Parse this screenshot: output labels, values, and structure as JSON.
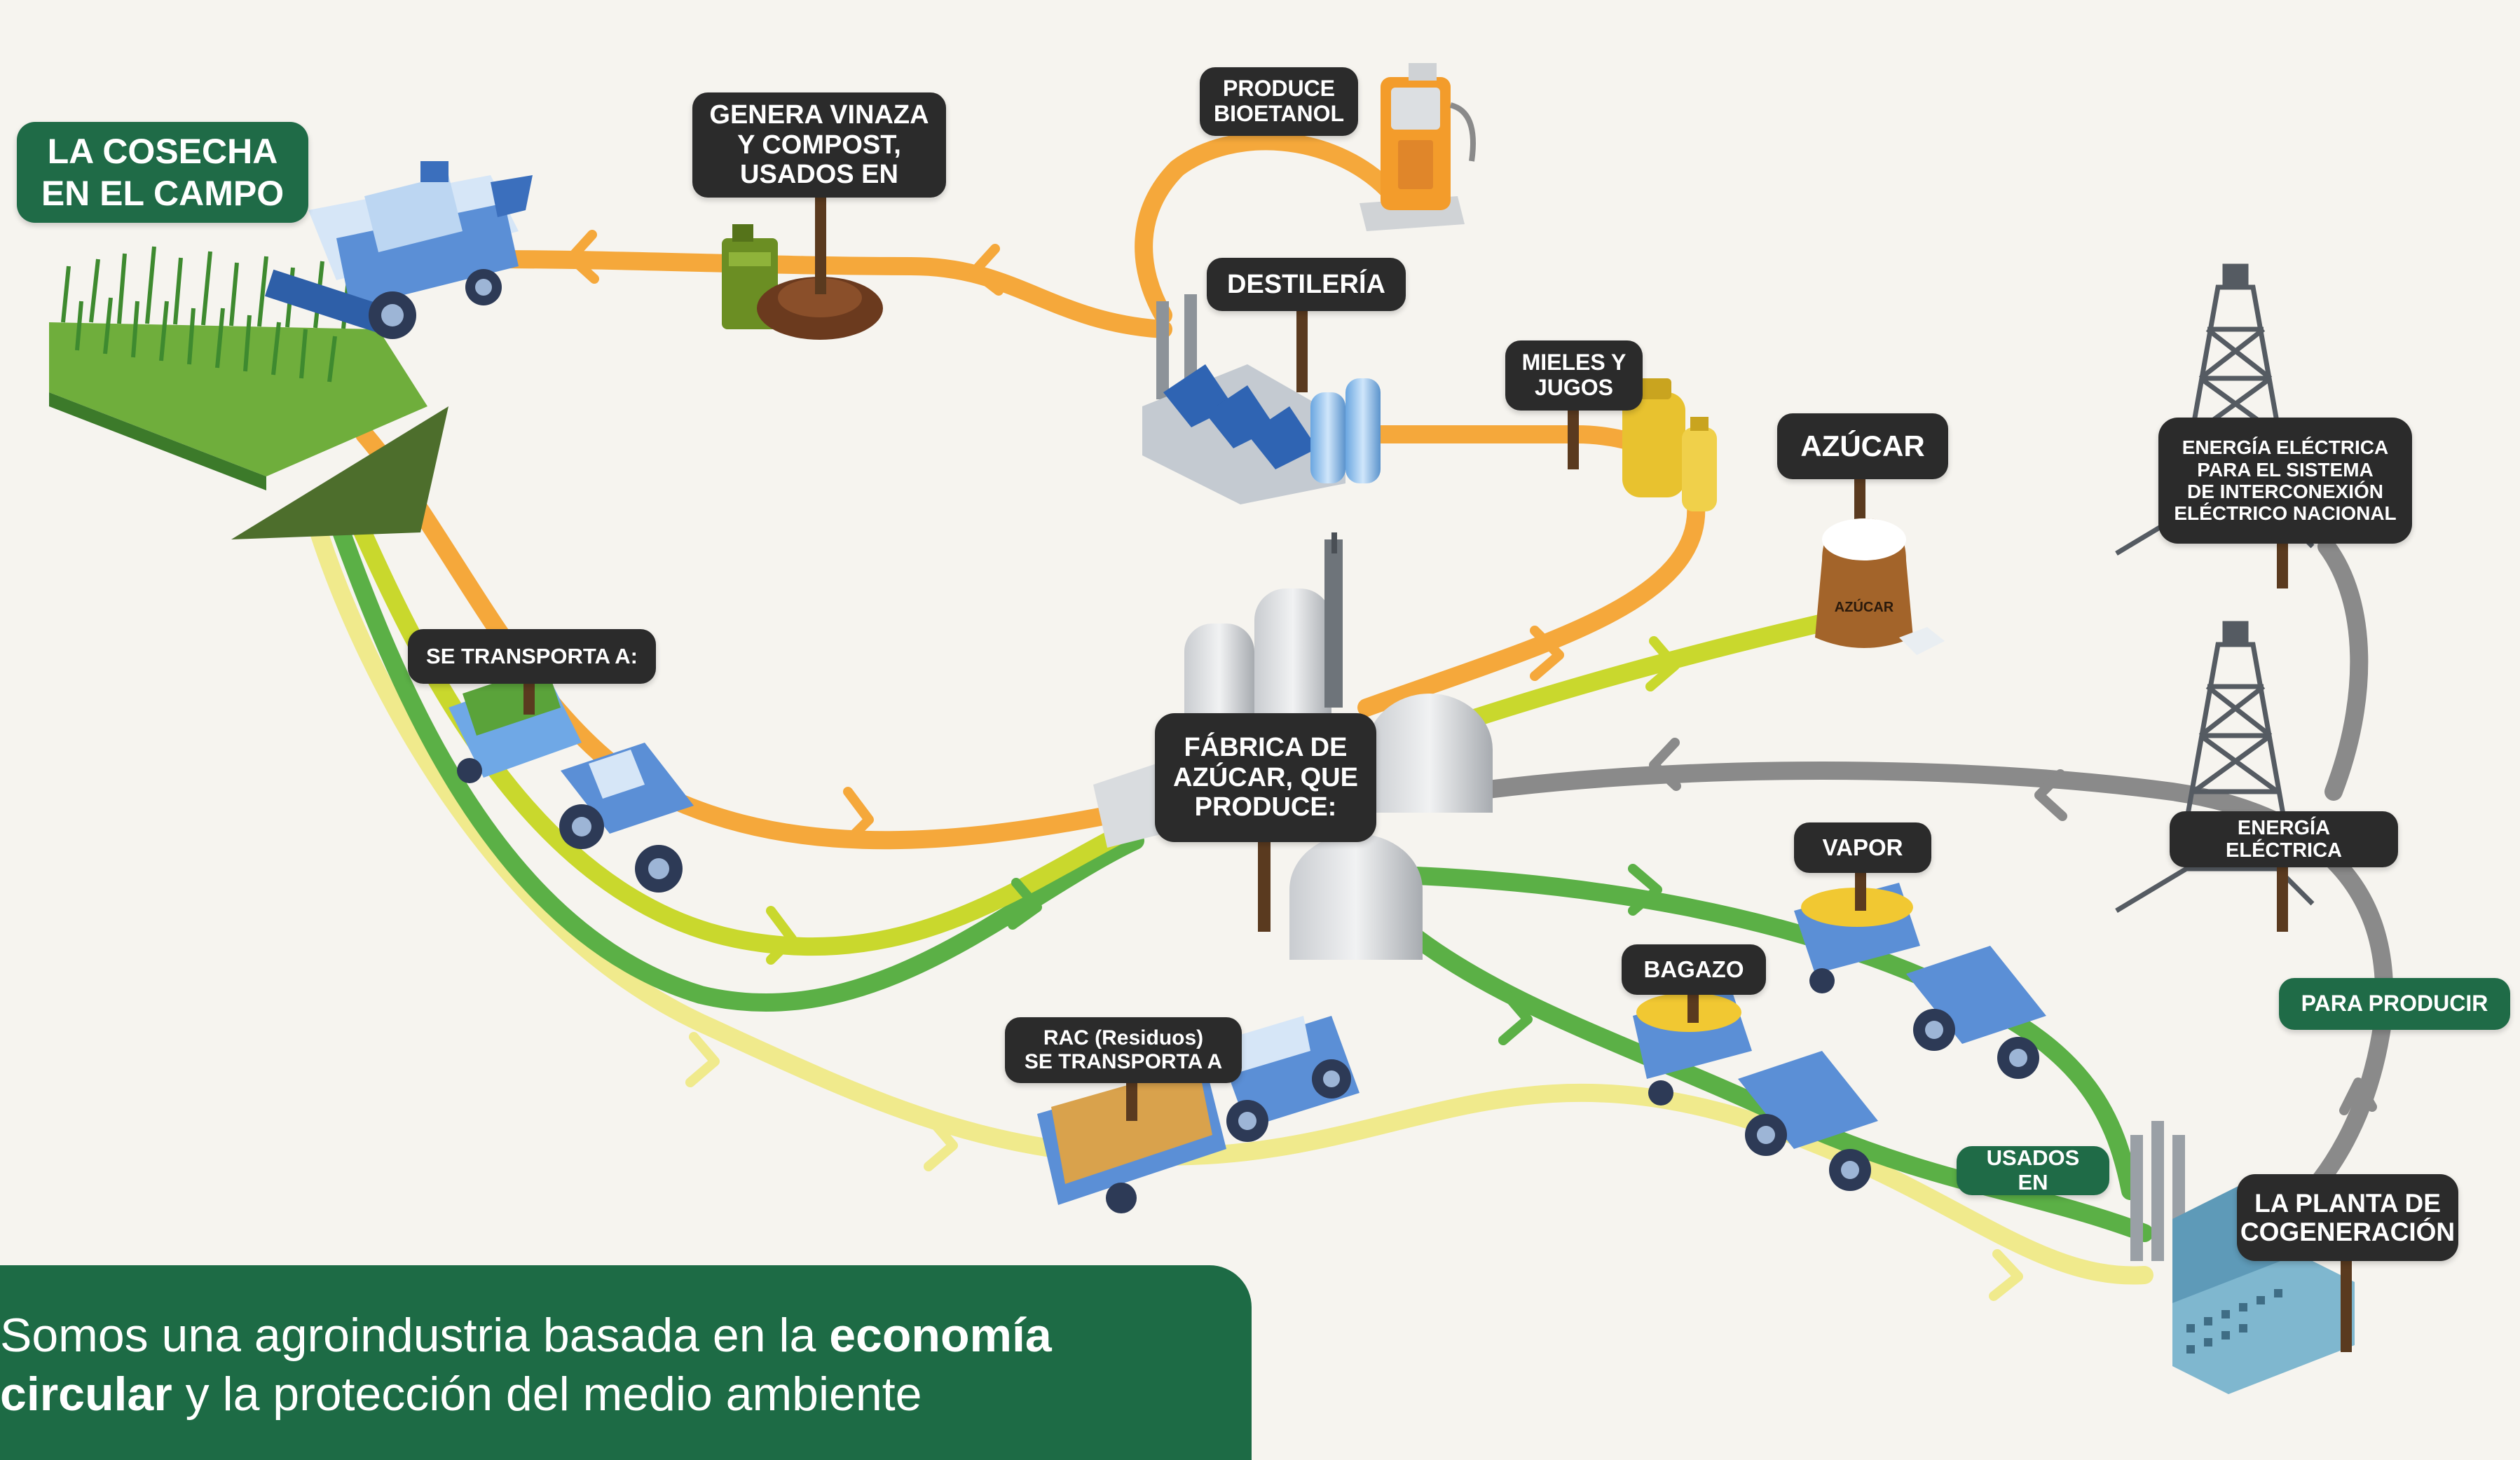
{
  "labels": {
    "cosecha": "LA COSECHA\nEN EL CAMPO",
    "vinaza": "GENERA VINAZA\nY COMPOST,\nUSADOS EN",
    "bioetanol": "PRODUCE\nBIOETANOL",
    "destileria": "DESTILERÍA",
    "mieles": "MIELES Y\nJUGOS",
    "azucar": "AZÚCAR",
    "azucar_sack": "AZÚCAR",
    "energia_sin": "ENERGÍA ELÉCTRICA\nPARA EL SISTEMA\nDE INTERCONEXIÓN\nELÉCTRICO NACIONAL",
    "transporta": "SE TRANSPORTA A:",
    "fabrica": "FÁBRICA DE\nAZÚCAR, QUE\nPRODUCE:",
    "energia": "ENERGÍA ELÉCTRICA",
    "vapor": "VAPOR",
    "bagazo": "BAGAZO",
    "para_producir": "PARA PRODUCIR",
    "rac": "RAC (Residuos)\nSE TRANSPORTA A",
    "usados_en": "USADOS EN",
    "cogeneracion": "LA PLANTA DE\nCOGENERACIÓN"
  },
  "footer": {
    "line1_a": "Somos una agroindustria basada en la ",
    "line1_b": "economía",
    "line2_a": "circular",
    "line2_b": " y la protección del medio ambiente"
  },
  "colors": {
    "orange": "#f5a83b",
    "lime": "#c9d82d",
    "green": "#5bb046",
    "yellow": "#f0ea8c",
    "gray": "#8a8a8a",
    "label_dark": "#2b2b2b",
    "label_green": "#1f6b47",
    "footer_green": "#1d6b45"
  },
  "icons": [
    "harvester-icon",
    "field-icon",
    "jerrycan-icon",
    "compost-icon",
    "fuel-pump-icon",
    "distillery-icon",
    "syrup-jars-icon",
    "sugar-sack-icon",
    "oil-derrick-icon",
    "tractor-trailer-icon",
    "sugar-factory-icon",
    "cogeneration-plant-icon"
  ]
}
